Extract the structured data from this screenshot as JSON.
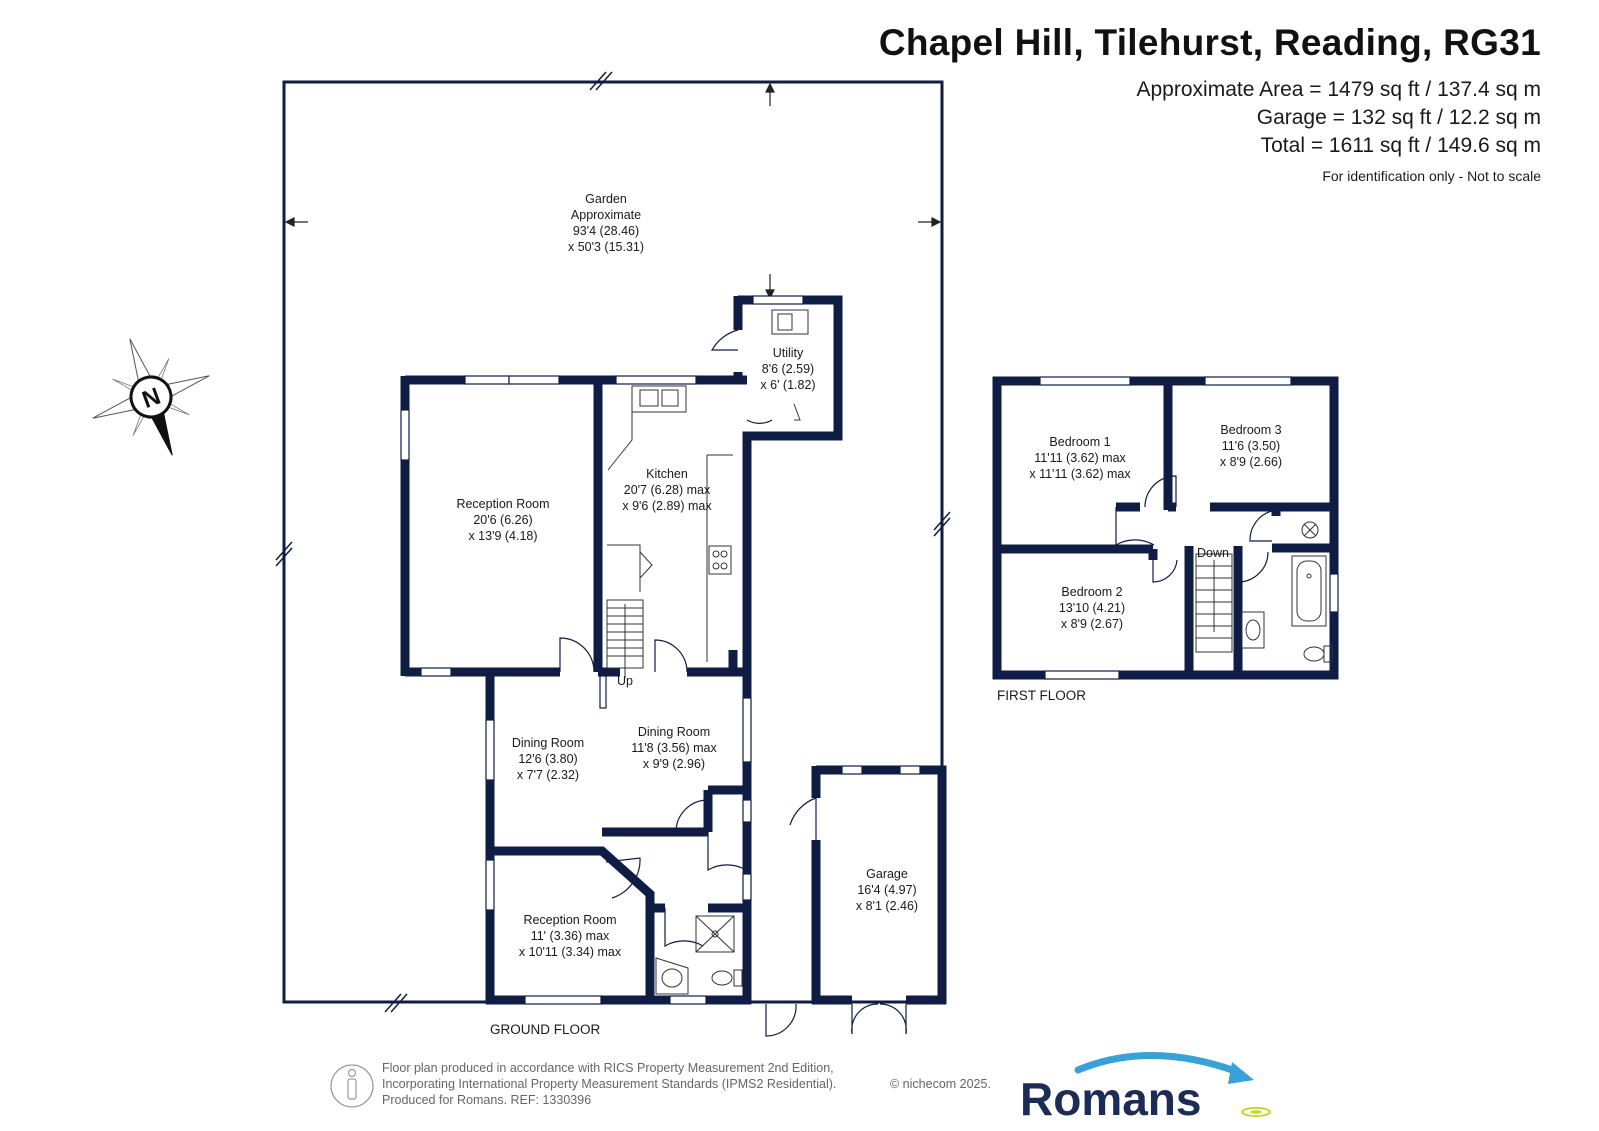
{
  "header": {
    "title": "Chapel Hill, Tilehurst, Reading, RG31",
    "approx_area": "Approximate Area = 1479 sq ft / 137.4 sq m",
    "garage_area": "Garage = 132 sq ft / 12.2 sq m",
    "total_area": "Total = 1611 sq ft / 149.6 sq m",
    "note": "For identification only - Not to scale"
  },
  "compass": {
    "letter": "N"
  },
  "garden": {
    "name": "Garden",
    "qualifier": "Approximate",
    "dim1": "93'4 (28.46)",
    "dim2": "x 50'3 (15.31)"
  },
  "rooms": {
    "utility": {
      "name": "Utility",
      "dim1": "8'6 (2.59)",
      "dim2": "x 6' (1.82)"
    },
    "kitchen": {
      "name": "Kitchen",
      "dim1": "20'7 (6.28) max",
      "dim2": "x 9'6 (2.89) max"
    },
    "reception_room_1": {
      "name": "Reception Room",
      "dim1": "20'6 (6.26)",
      "dim2": "x 13'9 (4.18)"
    },
    "dining_room_1": {
      "name": "Dining Room",
      "dim1": "12'6 (3.80)",
      "dim2": "x 7'7 (2.32)"
    },
    "dining_room_2": {
      "name": "Dining Room",
      "dim1": "11'8 (3.56) max",
      "dim2": "x 9'9 (2.96)"
    },
    "reception_room_2": {
      "name": "Reception Room",
      "dim1": "11' (3.36) max",
      "dim2": "x 10'11 (3.34) max"
    },
    "garage": {
      "name": "Garage",
      "dim1": "16'4 (4.97)",
      "dim2": "x 8'1 (2.46)"
    },
    "bedroom_1": {
      "name": "Bedroom 1",
      "dim1": "11'11 (3.62) max",
      "dim2": "x 11'11 (3.62) max"
    },
    "bedroom_2": {
      "name": "Bedroom 2",
      "dim1": "13'10 (4.21)",
      "dim2": "x 8'9 (2.67)"
    },
    "bedroom_3": {
      "name": "Bedroom 3",
      "dim1": "11'6 (3.50)",
      "dim2": "x 8'9 (2.66)"
    }
  },
  "stairs": {
    "up": "Up",
    "down": "Down"
  },
  "floors": {
    "ground": "GROUND FLOOR",
    "first": "FIRST FLOOR"
  },
  "footer": {
    "line1": "Floor plan produced in accordance with RICS Property Measurement 2nd Edition,",
    "line2": "Incorporating International Property Measurement Standards (IPMS2 Residential).",
    "line3": "Produced for Romans.   REF:  1330396",
    "copyright": "© nichecom 2025.",
    "brand": "Romans"
  },
  "colors": {
    "wall": "#0f1d45",
    "brand": "#1d2b57",
    "accent": "#3aa0d8",
    "text": "#1a1a1a"
  }
}
